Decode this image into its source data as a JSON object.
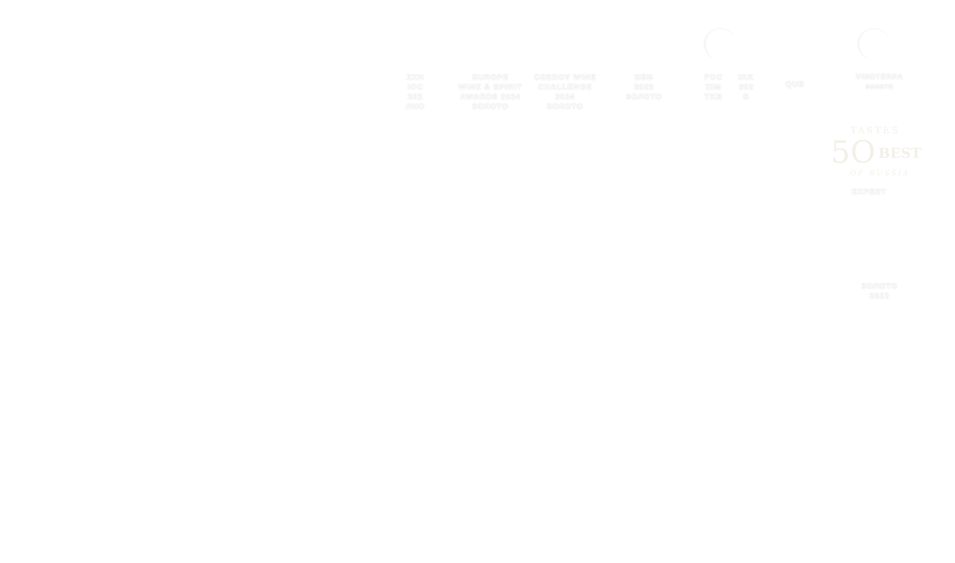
{
  "awards": [
    {
      "lines": [
        "ZXH",
        "IOC",
        "202",
        "ЛНО"
      ]
    },
    {
      "lines": [
        "Europe",
        "Wine & Spirit",
        "Awards 2024",
        "Золото"
      ]
    },
    {
      "lines": [
        "Ozerov Wine",
        "Challenge",
        "2024",
        "Золото"
      ]
    },
    {
      "lines": [
        "BBB",
        "2023",
        "Золото"
      ]
    },
    {
      "lines": [
        "POC",
        "XIM",
        "TKB"
      ]
    },
    {
      "lines": [
        "IKK",
        "202",
        "G"
      ]
    },
    {
      "lines": [
        "QUB"
      ]
    },
    {
      "lines": [
        "Vinoterra",
        "Золото"
      ]
    },
    {
      "lines": [
        "Expert"
      ]
    },
    {
      "lines": [
        "Золото",
        "2022"
      ]
    }
  ],
  "logo": {
    "top": "TASTES",
    "number": "5O",
    "word": "BEST",
    "bottom": "OF RUSSIA"
  }
}
